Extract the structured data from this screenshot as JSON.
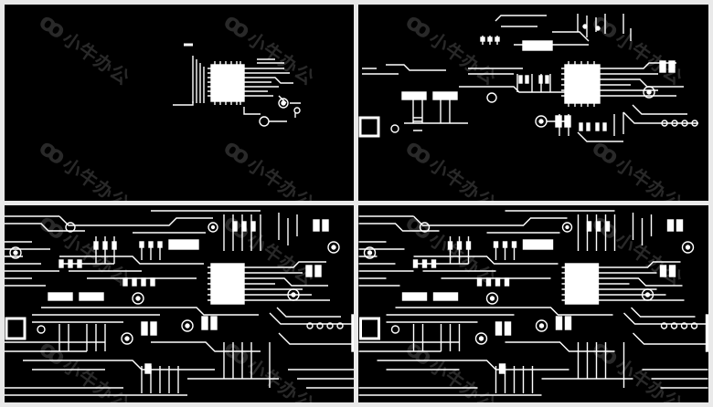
{
  "grid": {
    "background": "#e9e9e9",
    "tile_background": "#000000",
    "trace_color": "#ffffff"
  },
  "tiles": [
    {
      "id": "frame-1",
      "stage": "single-chip",
      "watermark": "小牛办公"
    },
    {
      "id": "frame-2",
      "stage": "partial-circuit",
      "watermark": "小牛办公"
    },
    {
      "id": "frame-3",
      "stage": "full-circuit",
      "watermark": "小牛办公"
    },
    {
      "id": "frame-4",
      "stage": "full-circuit",
      "watermark": "小牛办公"
    }
  ],
  "watermark_logo": "ꝏ"
}
